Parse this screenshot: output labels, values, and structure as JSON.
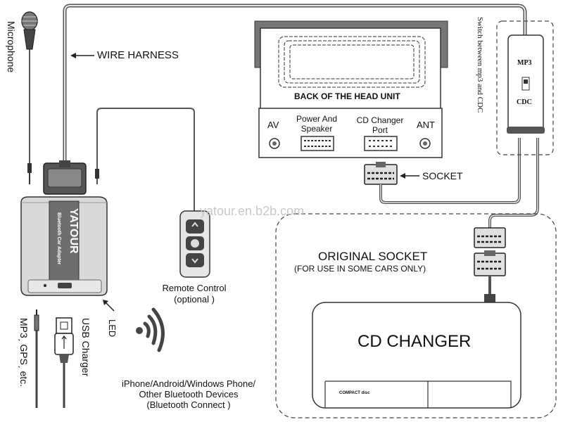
{
  "labels": {
    "microphone": "Microphone",
    "wire_harness": "WIRE HARNESS",
    "back_of_head_unit": "BACK OF THE HEAD UNIT",
    "av": "AV",
    "power_speaker_line1": "Power And",
    "power_speaker_line2": "Speaker",
    "cd_changer_port_line1": "CD Changer",
    "cd_changer_port_line2": "Port",
    "ant": "ANT",
    "socket": "SOCKET",
    "switch_text": "Switch between mp3 and CDC",
    "mp3": "MP3",
    "cdc": "CDC",
    "watermark": "yatour.en.b2b.com",
    "remote_line1": "Remote Control",
    "remote_line2": "(optional )",
    "original_socket": "ORIGINAL SOCKET",
    "original_socket_note": "(FOR USE IN SOME CARS ONLY)",
    "cd_changer": "CD CHANGER",
    "led": "LED",
    "usb_charger": "USB Charger",
    "mp3_gps": "MP3ˏ GPSˏ etc.",
    "phones_line1": "iPhone/Android/Windows Phone/",
    "phones_line2": "Other Bluetooth Devices",
    "phones_line3": "(Bluetooth Connect )",
    "brand": "YATOUR",
    "brand_sub": "Bluetooth Car Adapter",
    "compact_disc": "COMPACT disc"
  }
}
